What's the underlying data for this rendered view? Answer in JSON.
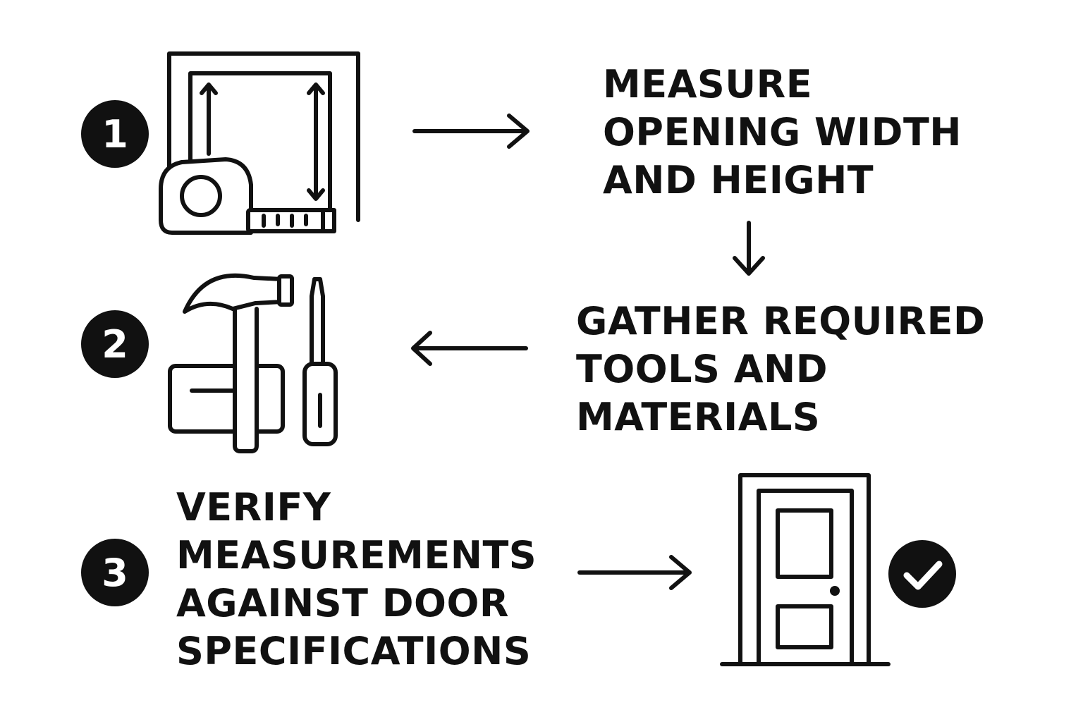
{
  "colors": {
    "ink": "#111111",
    "background": "#ffffff",
    "badge_fill": "#111111",
    "badge_text": "#ffffff"
  },
  "steps": [
    {
      "number": "1",
      "icon": "doorframe-tape-measure-icon",
      "lines": [
        "MEASURE",
        "OPENING WIDTH",
        "AND HEIGHT"
      ]
    },
    {
      "number": "2",
      "icon": "hammer-screwdriver-icon",
      "lines": [
        "GATHER REQUIRED",
        "TOOLS AND",
        "MATERIALS"
      ]
    },
    {
      "number": "3",
      "icon": "door-icon",
      "lines": [
        "VERIFY",
        "MEASUREMENTS",
        "AGAINST DOOR",
        "SPECIFICATIONS"
      ]
    }
  ],
  "completion_icon": "check-circle-icon"
}
